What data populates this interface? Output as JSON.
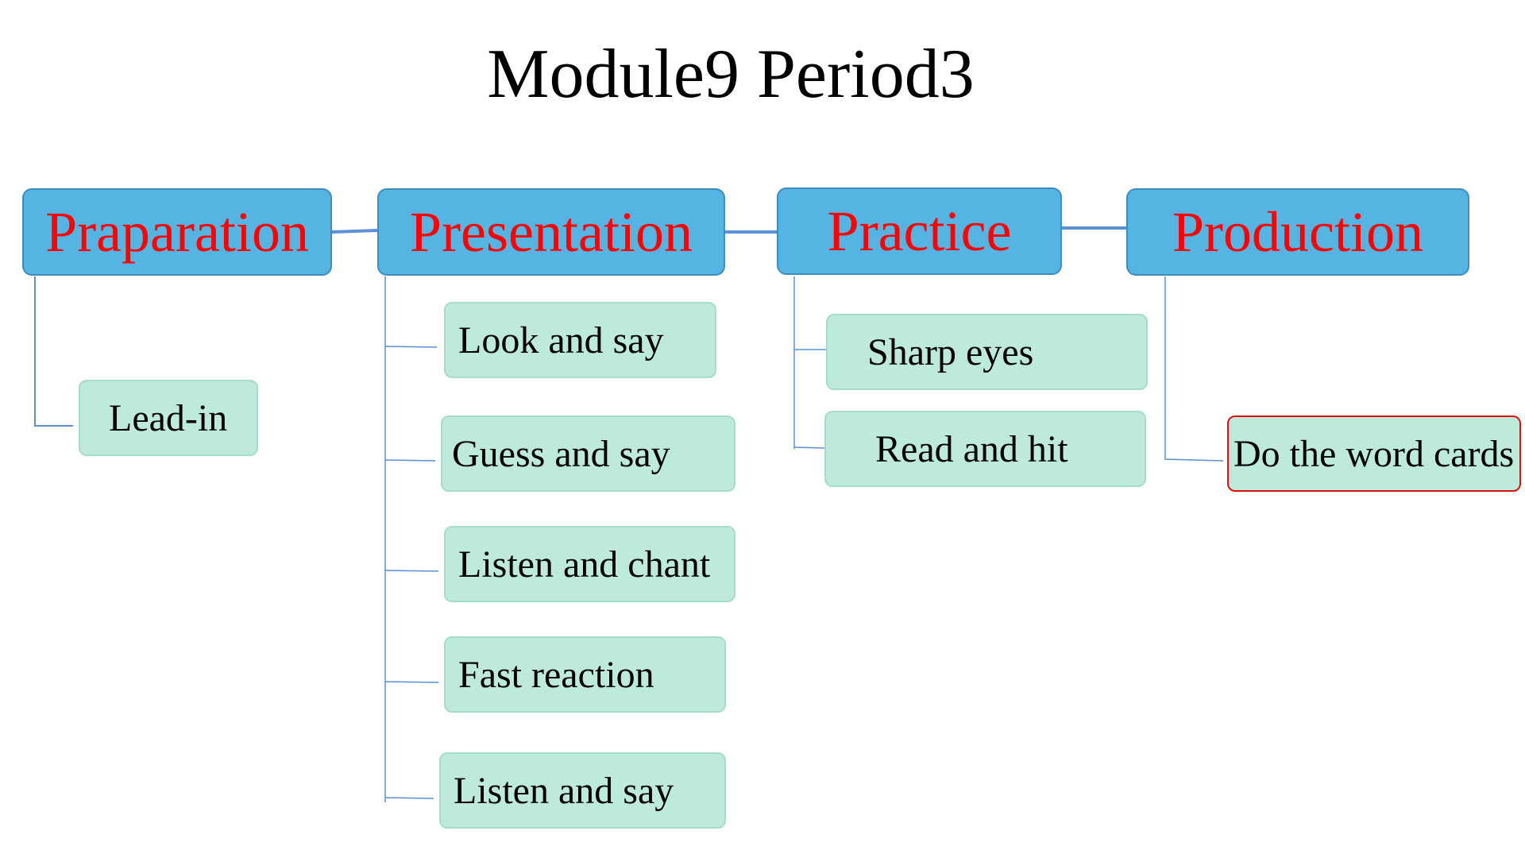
{
  "title": "Module9 Period3",
  "colors": {
    "stage_fill": "#56b4e3",
    "stage_text": "#ff0000",
    "step_fill": "#bdeadb",
    "connector": "#5b8fd8",
    "highlight_border": "#e01010"
  },
  "stages": [
    {
      "label": "Praparation",
      "steps": [
        {
          "label": "Lead-in"
        }
      ]
    },
    {
      "label": "Presentation",
      "steps": [
        {
          "label": "Look and say"
        },
        {
          "label": "Guess and say"
        },
        {
          "label": "Listen and chant"
        },
        {
          "label": "Fast reaction"
        },
        {
          "label": "Listen and say"
        }
      ]
    },
    {
      "label": "Practice",
      "steps": [
        {
          "label": "Sharp eyes"
        },
        {
          "label": "Read and hit"
        }
      ]
    },
    {
      "label": "Production",
      "steps": [
        {
          "label": "Do the word cards"
        }
      ]
    }
  ]
}
